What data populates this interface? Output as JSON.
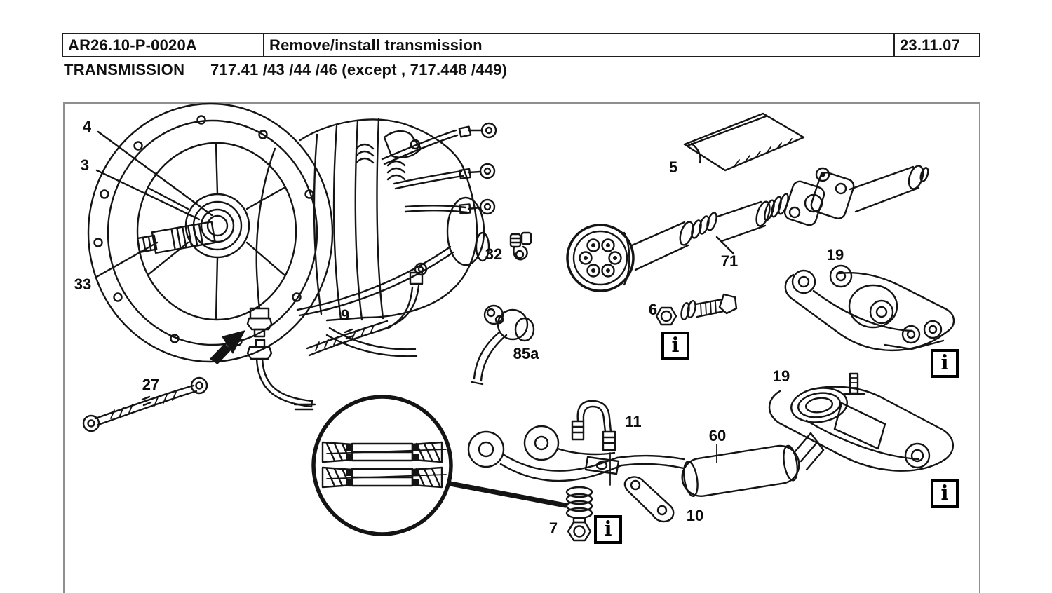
{
  "header": {
    "doc_code": "AR26.10-P-0020A",
    "doc_title": "Remove/install transmission",
    "doc_date": "23.11.07",
    "section": "TRANSMISSION",
    "models": "717.41 /43 /44 /46 (except , 717.448 /449)"
  },
  "figure": {
    "info_symbol": "i",
    "callouts": {
      "c4": "4",
      "c3": "3",
      "c33": "33",
      "c27": "27",
      "c9": "9",
      "c32": "32",
      "c85a": "85a",
      "c5": "5",
      "c71": "71",
      "c6": "6",
      "c19a": "19",
      "c19b": "19",
      "c11": "11",
      "c60": "60",
      "c10": "10",
      "c7": "7"
    }
  },
  "colors": {
    "line_art": "#141414",
    "frame_border": "#8f8f8f",
    "table_border": "#1f1f1f"
  }
}
